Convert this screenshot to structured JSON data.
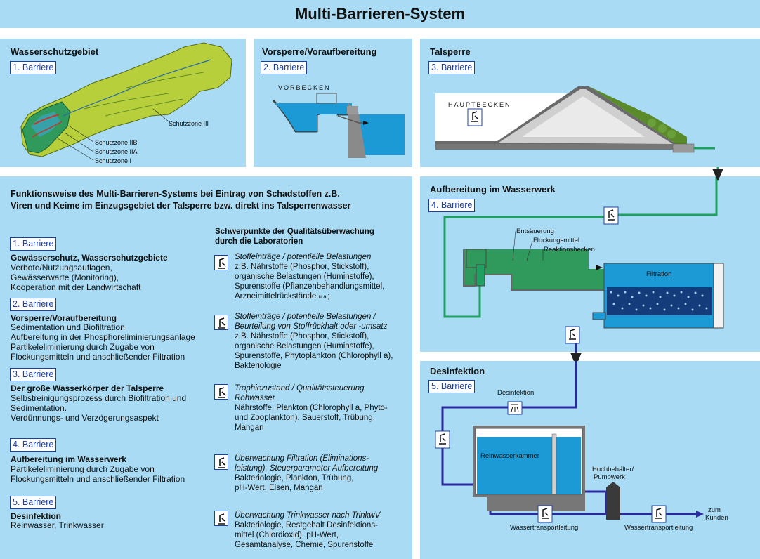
{
  "title": "Multi-Barrieren-System",
  "colors": {
    "panel": "#a9dcf4",
    "water": "#1c9ad6",
    "pipe_green": "#1fa060",
    "pipe_blue": "#2a2a9e",
    "badge": "#1c3fa0"
  },
  "panels": {
    "wasserschutz": {
      "title": "Wasserschutzgebiet",
      "badge": "1. Barriere",
      "zones": [
        "Schutzzone III",
        "Schutzzone IIB",
        "Schutzzone IIA",
        "Schutzzone I"
      ]
    },
    "vorsperre": {
      "title": "Vorsperre/Voraufbereitung",
      "badge": "2. Barriere",
      "label": "VORBECKEN"
    },
    "talsperre": {
      "title": "Talsperre",
      "badge": "3. Barriere",
      "label": "HAUPTBECKEN"
    },
    "aufbereitung": {
      "title": "Aufbereitung im Wasserwerk",
      "badge": "4. Barriere",
      "labels": [
        "Entsäuerung",
        "Flockungsmittel",
        "Reaktionsbecken",
        "Filtration"
      ]
    },
    "desinfektion": {
      "title": "Desinfektion",
      "badge": "5. Barriere",
      "labels": {
        "desinf": "Desinfektion",
        "reinwasser": "Reinwasserkammer",
        "hochbehaelter_1": "Hochbehälter/",
        "hochbehaelter_2": "Pumpwerk",
        "transport_1": "Wassertransportleitung",
        "transport_2": "Wassertransportleitung",
        "kunden_1": "zum",
        "kunden_2": "Kunden"
      }
    }
  },
  "main": {
    "heading_1": "Funktionsweise des Multi-Barrieren-Systems bei Eintrag von Schadstoffen z.B.",
    "heading_2": "Viren und Keime im Einzugsgebiet der Talsperre bzw. direkt ins Talsperrenwasser",
    "barriers": [
      {
        "badge": "1. Barriere",
        "head": "Gewässerschutz, Wasserschutzgebiete",
        "lines": [
          "Verbote/Nutzungsauflagen,",
          "Gewässerwarte (Monitoring),",
          "Kooperation mit der Landwirtschaft"
        ]
      },
      {
        "badge": "2. Barriere",
        "head": "Vorsperre/Voraufbereitung",
        "lines": [
          "Sedimentation und Biofiltration",
          "Aufbereitung in der Phosphoreliminierungsanlage",
          "Partikeleliminierung durch Zugabe von",
          "Flockungsmitteln und anschließender Filtration"
        ]
      },
      {
        "badge": "3. Barriere",
        "head": "Der große Wasserkörper der Talsperre",
        "lines": [
          "Selbstreinigungsprozess durch Biofiltration und",
          "Sedimentation.",
          "Verdünnungs- und Verzögerungsaspekt"
        ]
      },
      {
        "badge": "4. Barriere",
        "head": "Aufbereitung im Wasserwerk",
        "lines": [
          "Partikeleliminierung durch Zugabe von",
          "Flockungsmitteln und anschließender Filtration"
        ]
      },
      {
        "badge": "5. Barriere",
        "head": "Desinfektion",
        "lines": [
          "Reinwasser, Trinkwasser"
        ]
      }
    ],
    "quality_heading_1": "Schwerpunkte der Qualitätsüberwachung",
    "quality_heading_2": "durch die Laboratorien",
    "quality": [
      {
        "italic": [
          "Stoffeinträge / potentielle Belastungen"
        ],
        "lines": [
          "z.B. Nährstoffe (Phosphor, Stickstoff),",
          "organische Belastungen (Huminstoffe),",
          "Spurenstoffe (Pflanzenbehandlungsmittel,"
        ],
        "last_main": "Arzneimittelrückstände",
        "last_small": "u.a.)"
      },
      {
        "italic": [
          "Stoffeinträge / potentielle Belastungen /",
          "Beurteilung von Stoffrückhalt oder -umsatz"
        ],
        "lines": [
          "z.B. Nährstoffe (Phosphor, Stickstoff),",
          "organische Belastungen (Huminstoffe),",
          "Spurenstoffe, Phytoplankton (Chlorophyll a),",
          "Bakteriologie"
        ]
      },
      {
        "italic": [
          "Trophiezustand / Qualitätssteuerung",
          "Rohwasser"
        ],
        "lines": [
          "Nährstoffe, Plankton (Chlorophyll a, Phyto-",
          "und Zooplankton), Sauerstoff, Trübung,",
          "Mangan"
        ]
      },
      {
        "italic": [
          "Überwachung Filtration (Eliminations-",
          "leistung), Steuerparameter Aufbereitung"
        ],
        "lines": [
          "Bakteriologie, Plankton, Trübung,",
          "pH-Wert, Eisen, Mangan"
        ]
      },
      {
        "italic": [
          "Überwachung Trinkwasser nach TrinkwV"
        ],
        "lines": [
          "Bakteriologie, Restgehalt Desinfektions-",
          "mittel (Chlordioxid), pH-Wert,",
          "Gesamtanalyse, Chemie, Spurenstoffe"
        ]
      }
    ]
  }
}
